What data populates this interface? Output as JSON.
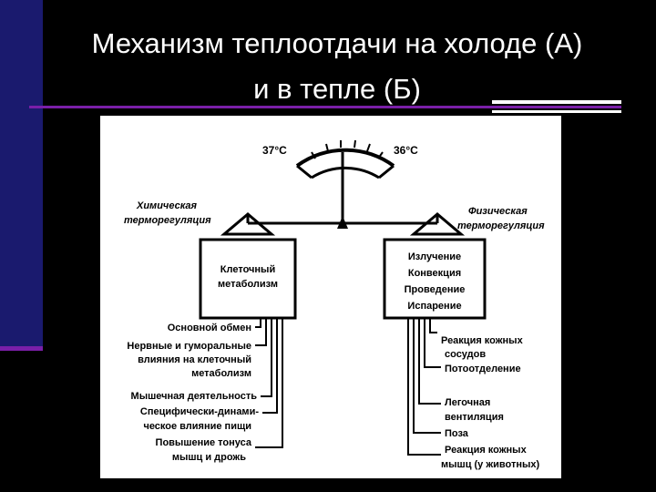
{
  "title": {
    "line1": "Механизм теплоотдачи  на холоде (А)",
    "line2": "и в тепле (Б)"
  },
  "diagram": {
    "gauge_left": "37°C",
    "gauge_right": "36°C",
    "left_heading": [
      "Химическая",
      "терморегуляция"
    ],
    "right_heading": [
      "Физическая",
      "терморегуляция"
    ],
    "left_box": [
      "Клеточный",
      "метаболизм"
    ],
    "right_box": [
      "Излучение",
      "Конвекция",
      "Проведение",
      "Испарение"
    ],
    "left_items": [
      [
        "Основной обмен"
      ],
      [
        "Нервные и гуморальные",
        "влияния на клеточный",
        "метаболизм"
      ],
      [
        "Мышечная деятельность"
      ],
      [
        "Специфически-динами-",
        "ческое влияние пищи"
      ],
      [
        "Повышение тонуса",
        "мышц и дрожь"
      ]
    ],
    "right_items": [
      [
        "Реакция кожных",
        "сосудов"
      ],
      [
        "Потоотделение"
      ],
      [
        "Легочная",
        "вентиляция"
      ],
      [
        "Поза"
      ],
      [
        "Реакция кожных",
        "мышц (у животных)"
      ]
    ]
  }
}
